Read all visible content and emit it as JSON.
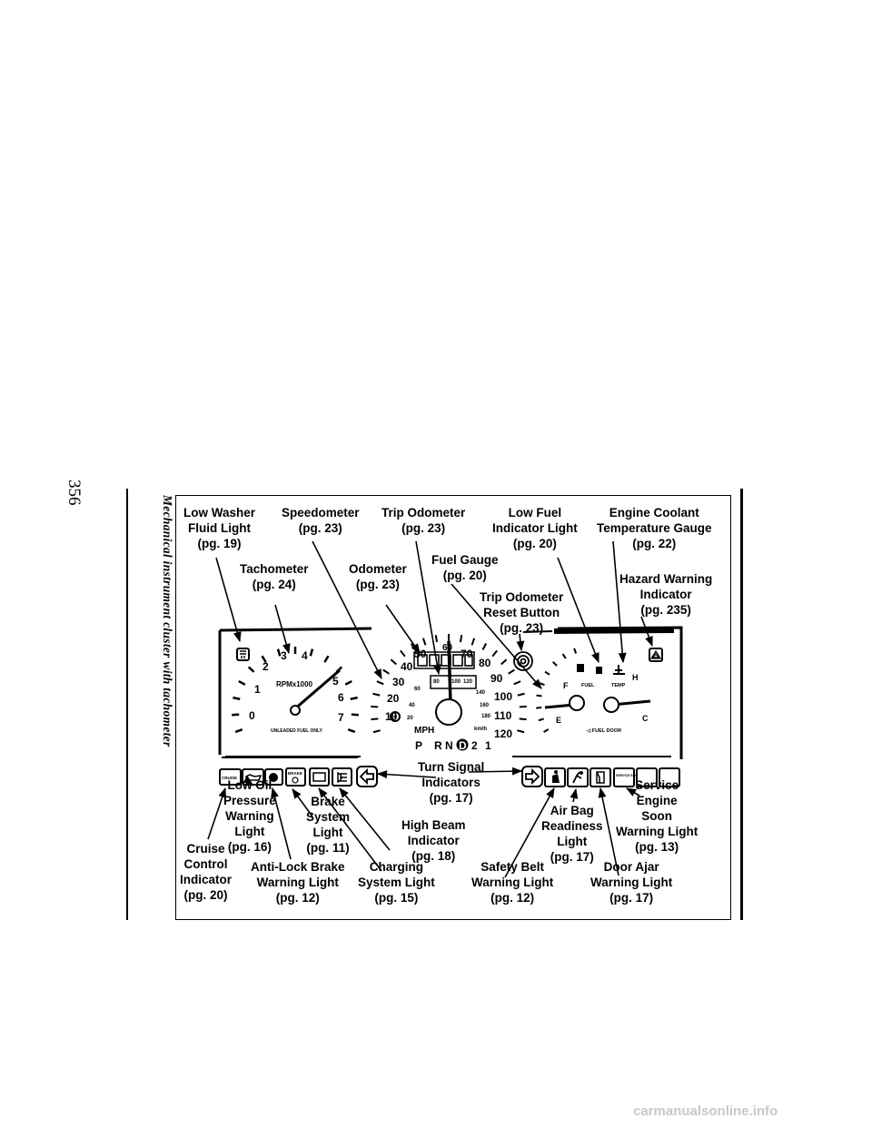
{
  "page": {
    "number": "356",
    "caption": "Mechanical instrument cluster with tachometer",
    "watermark": "carmanualsonline.info"
  },
  "callouts": {
    "low_washer": [
      "Low Washer",
      "Fluid Light",
      "(pg. 19)"
    ],
    "speedometer": [
      "Speedometer",
      "(pg. 23)"
    ],
    "trip_odometer": [
      "Trip Odometer",
      "(pg. 23)"
    ],
    "low_fuel": [
      "Low Fuel",
      "Indicator Light",
      "(pg. 20)"
    ],
    "engine_coolant": [
      "Engine Coolant",
      "Temperature Gauge",
      "(pg. 22)"
    ],
    "tachometer": [
      "Tachometer",
      "(pg. 24)"
    ],
    "odometer": [
      "Odometer",
      "(pg. 23)"
    ],
    "fuel_gauge": [
      "Fuel Gauge",
      "(pg. 20)"
    ],
    "hazard": [
      "Hazard Warning",
      "Indicator",
      "(pg. 235)"
    ],
    "trip_reset": [
      "Trip Odometer",
      "Reset Button",
      "(pg. 23)"
    ],
    "turn_signal": [
      "Turn Signal",
      "Indicators",
      "(pg. 17)"
    ],
    "low_oil": [
      "Low Oil",
      "Pressure",
      "Warning",
      "Light",
      "(pg. 16)"
    ],
    "brake": [
      "Brake",
      "System",
      "Light",
      "(pg. 11)"
    ],
    "high_beam": [
      "High Beam",
      "Indicator",
      "(pg. 18)"
    ],
    "air_bag": [
      "Air Bag",
      "Readiness",
      "Light",
      "(pg. 17)"
    ],
    "service_engine": [
      "Service",
      "Engine",
      "Soon",
      "Warning Light",
      "(pg. 13)"
    ],
    "cruise": [
      "Cruise",
      "Control",
      "Indicator",
      "(pg. 20)"
    ],
    "antilock": [
      "Anti-Lock Brake",
      "Warning Light",
      "(pg. 12)"
    ],
    "charging": [
      "Charging",
      "System Light",
      "(pg. 15)"
    ],
    "safety_belt": [
      "Safety Belt",
      "Warning Light",
      "(pg. 12)"
    ],
    "door_ajar": [
      "Door Ajar",
      "Warning Light",
      "(pg. 17)"
    ]
  },
  "cluster": {
    "tach_numbers": [
      "0",
      "1",
      "2",
      "3",
      "4",
      "5",
      "6",
      "7"
    ],
    "tach_unit": "RPMx1000",
    "tach_fuel_note": "UNLEADED FUEL ONLY",
    "mph_numbers": [
      "10",
      "20",
      "30",
      "40",
      "50",
      "60",
      "70",
      "80",
      "90",
      "100",
      "110",
      "120"
    ],
    "kmh_numbers": [
      "20",
      "40",
      "60",
      "80",
      "100",
      "120",
      "140",
      "160",
      "180"
    ],
    "mph_label": "MPH",
    "kmh_label": "km/h",
    "gear_selector": [
      "P",
      "R",
      "N",
      "D",
      "2",
      "1"
    ],
    "fuel_full": "F",
    "fuel_empty": "E",
    "fuel_label": "FUEL",
    "fuel_door": "◁ FUEL DOOR",
    "temp_hot": "H",
    "temp_cold": "C",
    "temp_label": "TEMP",
    "cruise_lamp": "CRUISE",
    "brake_lamp": "BRAKE",
    "service_lamp": "SERVICE ENGINE SOON"
  }
}
